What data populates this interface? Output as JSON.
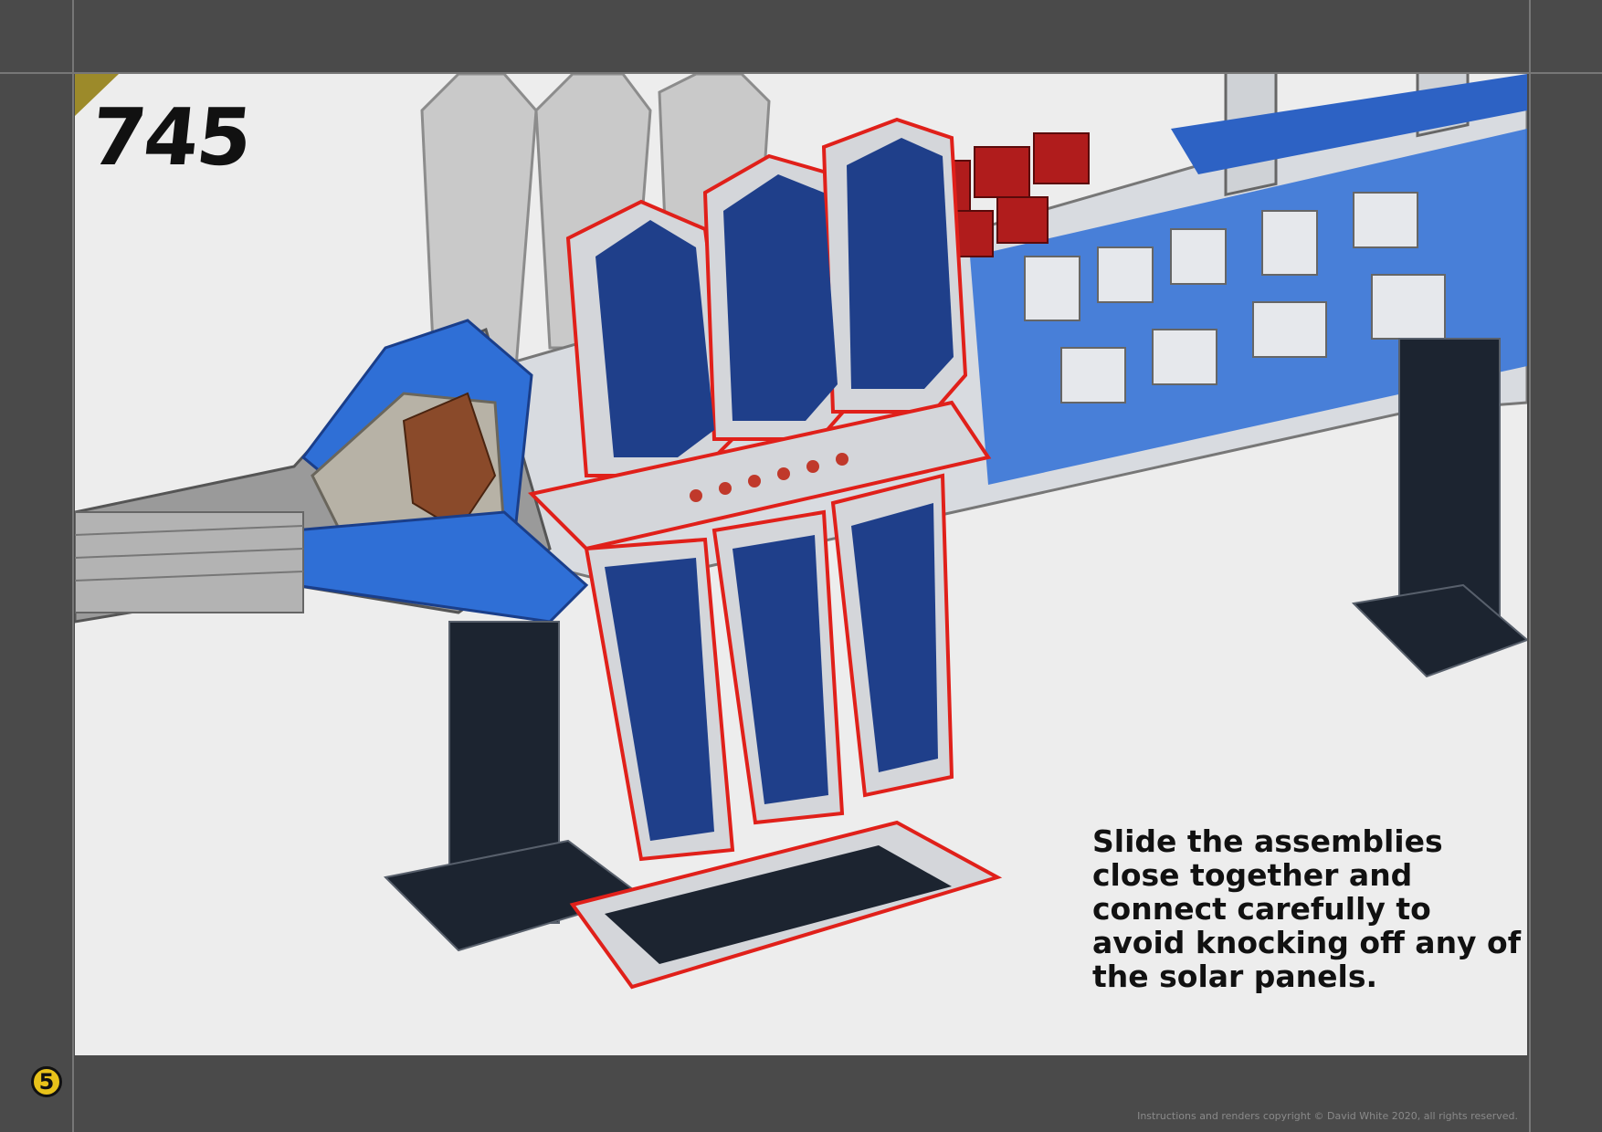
{
  "step": {
    "number": "745"
  },
  "instruction": {
    "text": "Slide the assemblies close together and connect carefully to avoid knocking off any of the solar panels."
  },
  "page": {
    "badge": "5"
  },
  "footer": {
    "copyright": "Instructions and renders copyright © David White 2020, all rights reserved."
  },
  "colors": {
    "page_background": "#4a4a4a",
    "panel_background": "#ededed",
    "accent_gold": "#9c8a2a",
    "badge_yellow": "#e8c21a",
    "highlight_outline": "#e0201a",
    "hull_blue": "#2f6fd6",
    "panel_dark_blue": "#1f3f8a",
    "stand_black": "#1c2430"
  }
}
